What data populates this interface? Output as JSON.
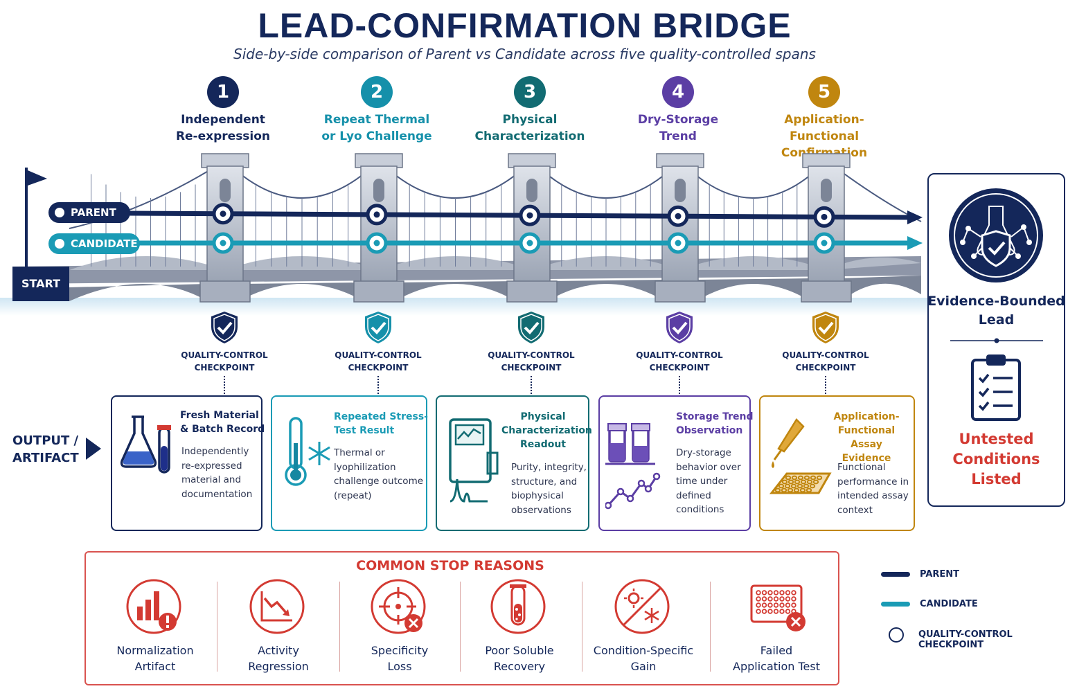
{
  "title": "LEAD-CONFIRMATION BRIDGE",
  "subtitle": "Side-by-side comparison of Parent vs Candidate across five quality-controlled spans",
  "lanes": {
    "parent_label": "PARENT",
    "candidate_label": "CANDIDATE",
    "start_label": "START"
  },
  "colors": {
    "navy": "#14275a",
    "teal": "#1a9bb5",
    "dark_teal": "#126b72",
    "purple": "#5b3ea4",
    "gold": "#c0860f",
    "stop_red": "#d33a32",
    "stage1": "#14275a",
    "stage2": "#1590aa",
    "stage3": "#126b72",
    "stage4": "#5b3ea4",
    "stage5": "#c0860f"
  },
  "stages": [
    {
      "number": "1",
      "title_lines": [
        "Independent",
        "Re-expression"
      ],
      "qc_lines": [
        "QUALITY-CONTROL",
        "CHECKPOINT"
      ],
      "card": {
        "title_lines": [
          "Fresh Material",
          "& Batch Record"
        ],
        "desc_lines": [
          "Independently",
          "re-expressed",
          "material and",
          "documentation"
        ],
        "icon": "flask-and-tube-icon"
      }
    },
    {
      "number": "2",
      "title_lines": [
        "Repeat Thermal",
        "or Lyo Challenge"
      ],
      "qc_lines": [
        "QUALITY-CONTROL",
        "CHECKPOINT"
      ],
      "card": {
        "title_lines": [
          "Repeated Stress-",
          "Test Result"
        ],
        "desc_lines": [
          "Thermal or",
          "lyophilization",
          "challenge outcome",
          "(repeat)"
        ],
        "icon": "thermometer-snowflake-icon"
      }
    },
    {
      "number": "3",
      "title_lines": [
        "Physical",
        "Characterization"
      ],
      "qc_lines": [
        "QUALITY-CONTROL",
        "CHECKPOINT"
      ],
      "card": {
        "title_lines": [
          "Physical",
          "Characterization",
          "Readout"
        ],
        "desc_lines": [
          "Purity, integrity,",
          "structure, and",
          "biophysical",
          "observations"
        ],
        "icon": "instrument-chromatogram-icon"
      }
    },
    {
      "number": "4",
      "title_lines": [
        "Dry-Storage",
        "Trend"
      ],
      "qc_lines": [
        "QUALITY-CONTROL",
        "CHECKPOINT"
      ],
      "card": {
        "title_lines": [
          "Storage Trend",
          "Observation"
        ],
        "desc_lines": [
          "Dry-storage",
          "behavior over",
          "time under",
          "defined",
          "conditions"
        ],
        "icon": "vials-trend-icon"
      }
    },
    {
      "number": "5",
      "title_lines": [
        "Application-",
        "Functional",
        "Confirmation"
      ],
      "qc_lines": [
        "QUALITY-CONTROL",
        "CHECKPOINT"
      ],
      "card": {
        "title_lines": [
          "Application-",
          "Functional",
          "Assay Evidence"
        ],
        "desc_lines": [
          "Functional",
          "performance in",
          "intended assay",
          "context"
        ],
        "icon": "pipette-plate-icon"
      }
    }
  ],
  "output_label_lines": [
    "OUTPUT /",
    "ARTIFACT"
  ],
  "final": {
    "lead_lines": [
      "Evidence-Bounded",
      "Lead"
    ],
    "untested_lines": [
      "Untested",
      "Conditions",
      "Listed"
    ]
  },
  "stop_reasons": {
    "title": "COMMON STOP REASONS",
    "items": [
      {
        "label_lines": [
          "Normalization",
          "Artifact"
        ],
        "icon": "bar-chart-alert-icon"
      },
      {
        "label_lines": [
          "Activity",
          "Regression"
        ],
        "icon": "declining-chart-icon"
      },
      {
        "label_lines": [
          "Specificity",
          "Loss"
        ],
        "icon": "target-x-icon"
      },
      {
        "label_lines": [
          "Poor Soluble",
          "Recovery"
        ],
        "icon": "test-tube-icon"
      },
      {
        "label_lines": [
          "Condition-Specific",
          "Gain"
        ],
        "icon": "sun-snowflake-icon"
      },
      {
        "label_lines": [
          "Failed",
          "Application Test"
        ],
        "icon": "plate-x-icon"
      }
    ]
  },
  "legend": {
    "parent": "PARENT",
    "candidate": "CANDIDATE",
    "checkpoint": "QUALITY-CONTROL CHECKPOINT"
  }
}
